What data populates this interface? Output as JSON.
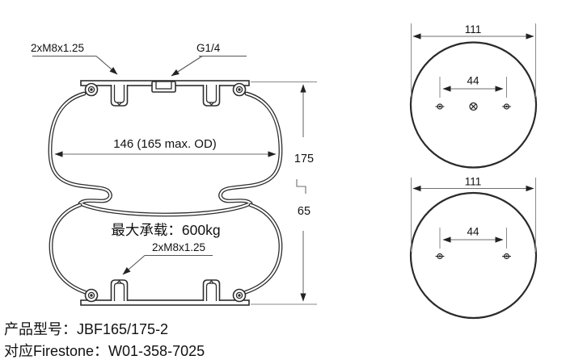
{
  "side_view": {
    "top_studs_label": "2xM8x1.25",
    "port_label": "G1/4",
    "diameter_label": "146 (165 max. OD)",
    "max_load_label": "最大承载：600kg",
    "bottom_studs_label": "2xM8x1.25",
    "height_label": "175",
    "compressed_height_label": "65"
  },
  "top_view_upper": {
    "diameter_label": "111",
    "bolt_spacing_label": "44"
  },
  "top_view_lower": {
    "diameter_label": "111",
    "bolt_spacing_label": "44"
  },
  "footer": {
    "product_model_line": "产品型号：JBF165/175-2",
    "firestone_line": "对应Firestone：W01-358-7025"
  },
  "colors": {
    "background": "#ffffff",
    "line": "#2d2d2d",
    "dim_line": "#6e6e6e",
    "text": "#111111"
  }
}
